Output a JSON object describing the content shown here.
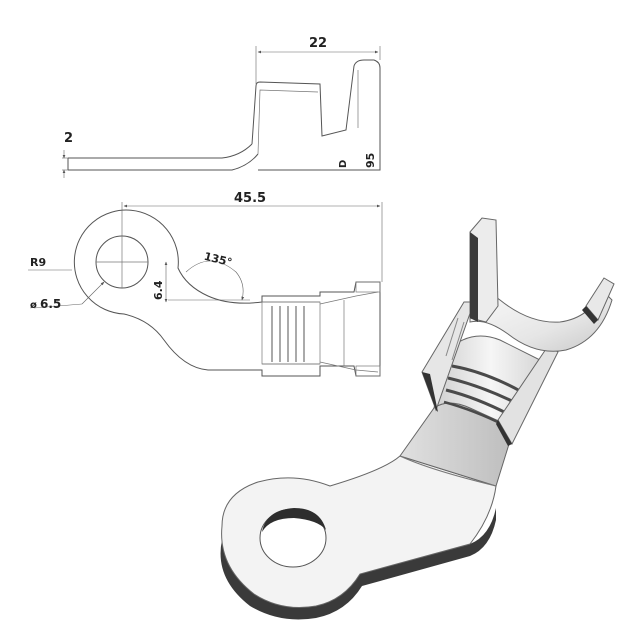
{
  "dimensions": {
    "top_width": "22",
    "thickness": "2",
    "side_d": "D",
    "side_h": "95",
    "overall_length": "45.5",
    "radius": "R9",
    "hole_diameter": "6.5",
    "hole_prefix": "ø",
    "neck": "6.4",
    "angle": "135°"
  },
  "colors": {
    "line": "#555555",
    "metal_light": "#f4f4f4",
    "metal_mid": "#d9d9d9",
    "metal_dark": "#8a8a8a",
    "metal_black": "#3a3a3a"
  }
}
